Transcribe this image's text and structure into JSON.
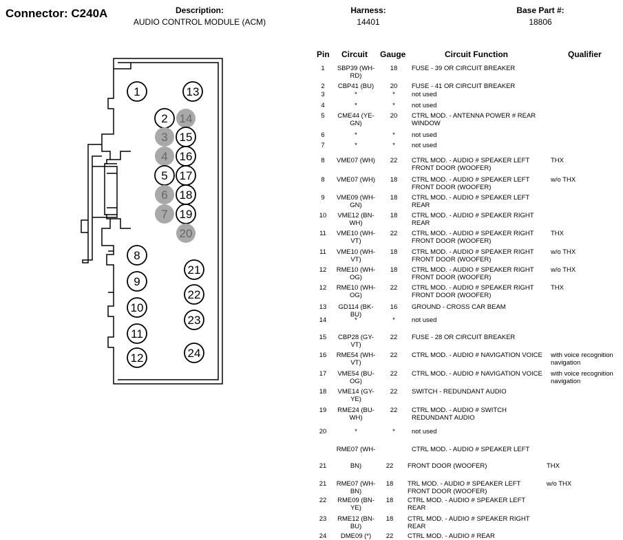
{
  "header": {
    "connector_label": "Connector: C240A",
    "description_title": "Description:",
    "description_value": "AUDIO CONTROL MODULE (ACM)",
    "harness_title": "Harness:",
    "harness_value": "14401",
    "base_part_title": "Base Part #:",
    "base_part_value": "18806"
  },
  "colors": {
    "unused_pin_fill": "#a9a9a9",
    "line": "#000000"
  },
  "pins": [
    {
      "n": "1",
      "used": true
    },
    {
      "n": "2",
      "used": true
    },
    {
      "n": "3",
      "used": false
    },
    {
      "n": "4",
      "used": false
    },
    {
      "n": "5",
      "used": true
    },
    {
      "n": "6",
      "used": false
    },
    {
      "n": "7",
      "used": false
    },
    {
      "n": "8",
      "used": true
    },
    {
      "n": "9",
      "used": true
    },
    {
      "n": "10",
      "used": true
    },
    {
      "n": "11",
      "used": true
    },
    {
      "n": "12",
      "used": true
    },
    {
      "n": "13",
      "used": true
    },
    {
      "n": "14",
      "used": false
    },
    {
      "n": "15",
      "used": true
    },
    {
      "n": "16",
      "used": true
    },
    {
      "n": "17",
      "used": true
    },
    {
      "n": "18",
      "used": true
    },
    {
      "n": "19",
      "used": true
    },
    {
      "n": "20",
      "used": false
    },
    {
      "n": "21",
      "used": true
    },
    {
      "n": "22",
      "used": true
    },
    {
      "n": "23",
      "used": true
    },
    {
      "n": "24",
      "used": true
    }
  ],
  "table": {
    "headers": {
      "pin": "Pin",
      "circuit": "Circuit",
      "gauge": "Gauge",
      "function": "Circuit Function",
      "qualifier": "Qualifier"
    },
    "rows": [
      {
        "pin": "1",
        "circuit": "SBP39 (WH-RD)",
        "gauge": "18",
        "function": "FUSE - 39 OR CIRCUIT BREAKER",
        "qualifier": ""
      },
      {
        "pin": "2",
        "circuit": "CBP41 (BU)",
        "gauge": "20",
        "function": "FUSE - 41 OR CIRCUIT BREAKER",
        "qualifier": ""
      },
      {
        "pin": "3",
        "circuit": "*",
        "gauge": "*",
        "function": "not used",
        "qualifier": ""
      },
      {
        "pin": "4",
        "circuit": "*",
        "gauge": "*",
        "function": "not used",
        "qualifier": ""
      },
      {
        "pin": "5",
        "circuit": "CME44 (YE-GN)",
        "gauge": "20",
        "function": "CTRL MOD. - ANTENNA POWER # REAR WINDOW",
        "qualifier": ""
      },
      {
        "pin": "6",
        "circuit": "*",
        "gauge": "*",
        "function": "not used",
        "qualifier": ""
      },
      {
        "pin": "7",
        "circuit": "*",
        "gauge": "*",
        "function": "not used",
        "qualifier": ""
      },
      {
        "pin": "8",
        "circuit": "VME07 (WH)",
        "gauge": "22",
        "function": "CTRL MOD. - AUDIO # SPEAKER LEFT FRONT DOOR (WOOFER)",
        "qualifier": "THX"
      },
      {
        "pin": "8",
        "circuit": "VME07 (WH)",
        "gauge": "18",
        "function": "CTRL MOD. - AUDIO # SPEAKER LEFT FRONT DOOR (WOOFER)",
        "qualifier": "w/o THX"
      },
      {
        "pin": "9",
        "circuit": "VME09 (WH-GN)",
        "gauge": "18",
        "function": "CTRL MOD. - AUDIO # SPEAKER LEFT REAR",
        "qualifier": ""
      },
      {
        "pin": "10",
        "circuit": "VME12 (BN-WH)",
        "gauge": "18",
        "function": "CTRL MOD. - AUDIO # SPEAKER RIGHT REAR",
        "qualifier": ""
      },
      {
        "pin": "11",
        "circuit": "VME10 (WH-VT)",
        "gauge": "22",
        "function": "CTRL MOD. - AUDIO # SPEAKER RIGHT FRONT DOOR (WOOFER)",
        "qualifier": "THX"
      },
      {
        "pin": "11",
        "circuit": "VME10 (WH-VT)",
        "gauge": "18",
        "function": "CTRL MOD. - AUDIO # SPEAKER RIGHT FRONT DOOR (WOOFER)",
        "qualifier": "w/o THX"
      },
      {
        "pin": "12",
        "circuit": "RME10 (WH-OG)",
        "gauge": "18",
        "function": "CTRL MOD. - AUDIO # SPEAKER RIGHT FRONT DOOR (WOOFER)",
        "qualifier": "w/o THX"
      },
      {
        "pin": "12",
        "circuit": "RME10 (WH-OG)",
        "gauge": "22",
        "function": "CTRL MOD. - AUDIO # SPEAKER RIGHT FRONT DOOR (WOOFER)",
        "qualifier": "THX"
      },
      {
        "pin": "13",
        "circuit": "GD114 (BK-BU)",
        "gauge": "16",
        "function": "GROUND - CROSS CAR BEAM",
        "qualifier": ""
      },
      {
        "pin": "14",
        "circuit": "*",
        "gauge": "*",
        "function": "not used",
        "qualifier": ""
      },
      {
        "pin": "15",
        "circuit": "CBP28 (GY-VT)",
        "gauge": "22",
        "function": "FUSE - 28 OR CIRCUIT BREAKER",
        "qualifier": ""
      },
      {
        "pin": "16",
        "circuit": "RME54 (WH-VT)",
        "gauge": "22",
        "function": "CTRL MOD. - AUDIO # NAVIGATION VOICE",
        "qualifier": "with voice recognition navigation"
      },
      {
        "pin": "17",
        "circuit": "VME54 (BU-OG)",
        "gauge": "22",
        "function": "CTRL MOD. - AUDIO # NAVIGATION VOICE",
        "qualifier": "with voice recognition navigation"
      },
      {
        "pin": "18",
        "circuit": "VME14 (GY-YE)",
        "gauge": "22",
        "function": "SWITCH - REDUNDANT AUDIO",
        "qualifier": ""
      },
      {
        "pin": "19",
        "circuit": "RME24 (BU-WH)",
        "gauge": "22",
        "function": "CTRL MOD. - AUDIO # SWITCH REDUNDANT AUDIO",
        "qualifier": ""
      },
      {
        "pin": "20",
        "circuit": "*",
        "gauge": "*",
        "function": "not used",
        "qualifier": ""
      },
      {
        "pin": "",
        "circuit": "RME07 (WH-",
        "gauge": "",
        "function": "CTRL MOD. - AUDIO # SPEAKER LEFT",
        "qualifier": ""
      },
      {
        "pin": "21",
        "circuit": "BN)",
        "gauge": "22",
        "function": "FRONT DOOR (WOOFER)",
        "qualifier": "THX"
      },
      {
        "pin": "21",
        "circuit": "RME07 (WH-BN)",
        "gauge": "18",
        "function": "TRL MOD. - AUDIO # SPEAKER LEFT FRONT DOOR (WOOFER)",
        "qualifier": "w/o THX"
      },
      {
        "pin": "22",
        "circuit": "RME09 (BN-YE)",
        "gauge": "18",
        "function": "CTRL MOD. - AUDIO # SPEAKER LEFT REAR",
        "qualifier": ""
      },
      {
        "pin": "23",
        "circuit": "RME12 (BN-BU)",
        "gauge": "18",
        "function": "CTRL MOD. - AUDIO # SPEAKER RIGHT REAR",
        "qualifier": ""
      },
      {
        "pin": "24",
        "circuit": "DME09 (*)",
        "gauge": "22",
        "function": "CTRL MOD. - AUDIO # REAR",
        "qualifier": ""
      }
    ]
  }
}
